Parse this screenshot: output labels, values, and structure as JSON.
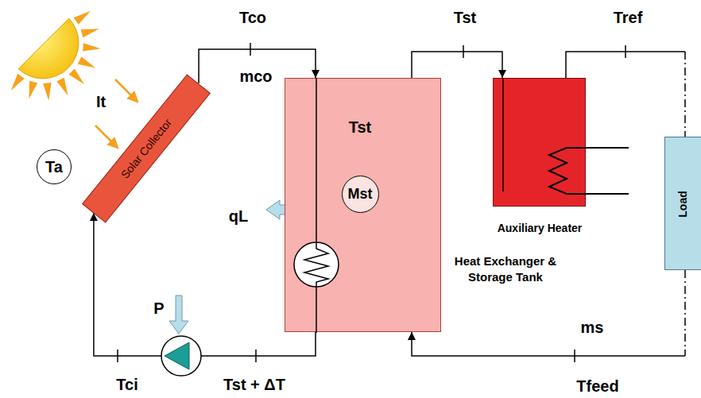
{
  "diagram": {
    "nodes": [
      {
        "text": [
          "Ta"
        ]
      },
      {
        "text": [
          "Solar Collector"
        ]
      },
      {
        "text": [
          "Tst",
          "Heat Exchanger & Storage Tank"
        ]
      },
      {
        "text": [
          "Mst"
        ],
        "in": 2
      },
      {
        "text": [
          "Auxiliary Heater"
        ]
      },
      {
        "text": [
          "Load"
        ]
      }
    ],
    "edges": [
      {
        "from": 1,
        "to": 2,
        "arrow": "to"
      },
      {
        "from": 2,
        "to": 1,
        "arrow": "to"
      },
      {
        "from": 2,
        "to": 4,
        "arrow": "to"
      },
      {
        "from": 4,
        "to": 5,
        "arrow": "none"
      },
      {
        "from": 5,
        "to": 2,
        "arrow": "to"
      }
    ],
    "labels": [
      "It",
      "Tco",
      "mco",
      "Tst",
      "Tref",
      "qL",
      "P",
      "Tci",
      "Tst + ΔT",
      "ms",
      "Tfeed"
    ]
  }
}
